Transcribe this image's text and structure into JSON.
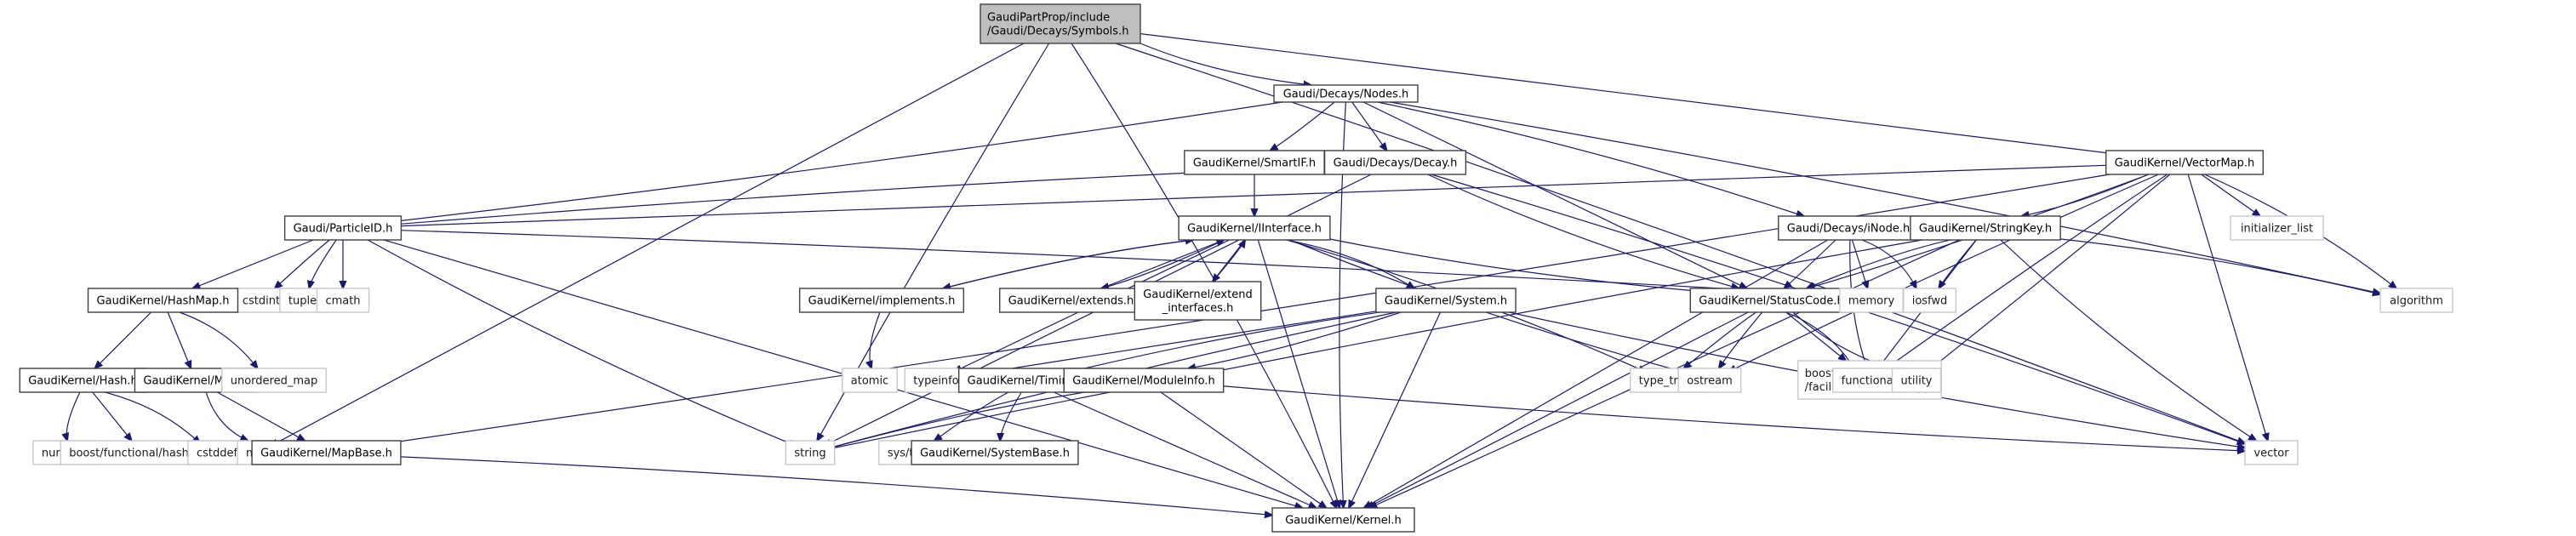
{
  "title": "GaudiPartProp/include/Gaudi/Decays/Symbols.h",
  "colors": {
    "edge": "#191970",
    "root_fill": "#bfbfbf",
    "local_border": "#404040",
    "system_border": "#c8c8c8"
  },
  "nodes": [
    {
      "id": "symbols",
      "lines": [
        "GaudiPartProp/include",
        "/Gaudi/Decays/Symbols.h"
      ],
      "kind": "main"
    },
    {
      "id": "nodes",
      "lines": [
        "Gaudi/Decays/Nodes.h"
      ],
      "kind": "local"
    },
    {
      "id": "smartif",
      "lines": [
        "GaudiKernel/SmartIF.h"
      ],
      "kind": "local"
    },
    {
      "id": "decay",
      "lines": [
        "Gaudi/Decays/Decay.h"
      ],
      "kind": "local"
    },
    {
      "id": "vectormap",
      "lines": [
        "GaudiKernel/VectorMap.h"
      ],
      "kind": "local"
    },
    {
      "id": "particleid",
      "lines": [
        "Gaudi/ParticleID.h"
      ],
      "kind": "local"
    },
    {
      "id": "iinterface",
      "lines": [
        "GaudiKernel/IInterface.h"
      ],
      "kind": "local"
    },
    {
      "id": "inode",
      "lines": [
        "Gaudi/Decays/iNode.h"
      ],
      "kind": "local"
    },
    {
      "id": "stringkey",
      "lines": [
        "GaudiKernel/StringKey.h"
      ],
      "kind": "local"
    },
    {
      "id": "initializer_list",
      "lines": [
        "initializer_list"
      ],
      "kind": "system"
    },
    {
      "id": "cstdint",
      "lines": [
        "cstdint"
      ],
      "kind": "system"
    },
    {
      "id": "tuple",
      "lines": [
        "tuple"
      ],
      "kind": "system"
    },
    {
      "id": "cmath",
      "lines": [
        "cmath"
      ],
      "kind": "system"
    },
    {
      "id": "hashmap",
      "lines": [
        "GaudiKernel/HashMap.h"
      ],
      "kind": "local"
    },
    {
      "id": "implements",
      "lines": [
        "GaudiKernel/implements.h"
      ],
      "kind": "local"
    },
    {
      "id": "extends",
      "lines": [
        "GaudiKernel/extends.h"
      ],
      "kind": "local"
    },
    {
      "id": "extend_interfaces",
      "lines": [
        "GaudiKernel/extend",
        "_interfaces.h"
      ],
      "kind": "local"
    },
    {
      "id": "system",
      "lines": [
        "GaudiKernel/System.h"
      ],
      "kind": "local"
    },
    {
      "id": "statuscode",
      "lines": [
        "GaudiKernel/StatusCode.h"
      ],
      "kind": "local"
    },
    {
      "id": "memory",
      "lines": [
        "memory"
      ],
      "kind": "system"
    },
    {
      "id": "iosfwd",
      "lines": [
        "iosfwd"
      ],
      "kind": "system"
    },
    {
      "id": "algorithm",
      "lines": [
        "algorithm"
      ],
      "kind": "system"
    },
    {
      "id": "hash",
      "lines": [
        "GaudiKernel/Hash.h"
      ],
      "kind": "local"
    },
    {
      "id": "map_h",
      "lines": [
        "GaudiKernel/Map.h"
      ],
      "kind": "local"
    },
    {
      "id": "unordered_map",
      "lines": [
        "unordered_map"
      ],
      "kind": "system"
    },
    {
      "id": "atomic",
      "lines": [
        "atomic"
      ],
      "kind": "system"
    },
    {
      "id": "typeinfo",
      "lines": [
        "typeinfo"
      ],
      "kind": "system"
    },
    {
      "id": "timing",
      "lines": [
        "GaudiKernel/Timing.h"
      ],
      "kind": "local"
    },
    {
      "id": "moduleinfo",
      "lines": [
        "GaudiKernel/ModuleInfo.h"
      ],
      "kind": "local"
    },
    {
      "id": "type_traits",
      "lines": [
        "type_traits"
      ],
      "kind": "system"
    },
    {
      "id": "ostream",
      "lines": [
        "ostream"
      ],
      "kind": "system"
    },
    {
      "id": "overload",
      "lines": [
        "boost/preprocessor",
        "/facilities/overload.hpp"
      ],
      "kind": "system"
    },
    {
      "id": "functional",
      "lines": [
        "functional"
      ],
      "kind": "system"
    },
    {
      "id": "utility",
      "lines": [
        "utility"
      ],
      "kind": "system"
    },
    {
      "id": "numeric",
      "lines": [
        "numeric"
      ],
      "kind": "system"
    },
    {
      "id": "boost_hash",
      "lines": [
        "boost/functional/hash.hpp"
      ],
      "kind": "system"
    },
    {
      "id": "cstddef",
      "lines": [
        "cstddef"
      ],
      "kind": "system"
    },
    {
      "id": "map",
      "lines": [
        "map"
      ],
      "kind": "system"
    },
    {
      "id": "mapbase",
      "lines": [
        "GaudiKernel/MapBase.h"
      ],
      "kind": "local"
    },
    {
      "id": "string",
      "lines": [
        "string"
      ],
      "kind": "system"
    },
    {
      "id": "systime",
      "lines": [
        "sys/time.h"
      ],
      "kind": "system"
    },
    {
      "id": "systembase",
      "lines": [
        "GaudiKernel/SystemBase.h"
      ],
      "kind": "local"
    },
    {
      "id": "vector",
      "lines": [
        "vector"
      ],
      "kind": "system"
    },
    {
      "id": "kernel",
      "lines": [
        "GaudiKernel/Kernel.h"
      ],
      "kind": "local"
    }
  ],
  "edges": [
    [
      "symbols",
      "nodes"
    ],
    [
      "symbols",
      "vectormap"
    ],
    [
      "symbols",
      "kernel"
    ],
    [
      "symbols",
      "string"
    ],
    [
      "symbols",
      "map"
    ],
    [
      "symbols",
      "vector"
    ],
    [
      "nodes",
      "smartif"
    ],
    [
      "nodes",
      "decay"
    ],
    [
      "nodes",
      "inode"
    ],
    [
      "nodes",
      "particleid"
    ],
    [
      "nodes",
      "statuscode"
    ],
    [
      "nodes",
      "algorithm"
    ],
    [
      "nodes",
      "kernel"
    ],
    [
      "smartif",
      "iinterface"
    ],
    [
      "decay",
      "particleid"
    ],
    [
      "decay",
      "statuscode"
    ],
    [
      "decay",
      "string"
    ],
    [
      "decay",
      "vector"
    ],
    [
      "vectormap",
      "stringkey"
    ],
    [
      "vectormap",
      "initializer_list"
    ],
    [
      "vectormap",
      "algorithm"
    ],
    [
      "vectormap",
      "statuscode"
    ],
    [
      "vectormap",
      "particleid"
    ],
    [
      "vectormap",
      "functional"
    ],
    [
      "vectormap",
      "utility"
    ],
    [
      "vectormap",
      "vector"
    ],
    [
      "vectormap",
      "ostream"
    ],
    [
      "vectormap",
      "mapbase"
    ],
    [
      "particleid",
      "hashmap"
    ],
    [
      "particleid",
      "cstdint"
    ],
    [
      "particleid",
      "tuple"
    ],
    [
      "particleid",
      "cmath"
    ],
    [
      "particleid",
      "iosfwd"
    ],
    [
      "particleid",
      "string"
    ],
    [
      "particleid",
      "kernel"
    ],
    [
      "iinterface",
      "implements"
    ],
    [
      "iinterface",
      "extends"
    ],
    [
      "iinterface",
      "extend_interfaces"
    ],
    [
      "iinterface",
      "system"
    ],
    [
      "iinterface",
      "statuscode"
    ],
    [
      "iinterface",
      "typeinfo"
    ],
    [
      "iinterface",
      "type_traits"
    ],
    [
      "iinterface",
      "ostream"
    ],
    [
      "iinterface",
      "kernel"
    ],
    [
      "implements",
      "iinterface"
    ],
    [
      "implements",
      "atomic"
    ],
    [
      "extends",
      "iinterface"
    ],
    [
      "extend_interfaces",
      "iinterface"
    ],
    [
      "inode",
      "statuscode"
    ],
    [
      "inode",
      "memory"
    ],
    [
      "inode",
      "iosfwd"
    ],
    [
      "inode",
      "functional"
    ],
    [
      "inode",
      "kernel"
    ],
    [
      "stringkey",
      "statuscode"
    ],
    [
      "stringkey",
      "iosfwd"
    ],
    [
      "stringkey",
      "functional"
    ],
    [
      "stringkey",
      "algorithm"
    ],
    [
      "stringkey",
      "vector"
    ],
    [
      "stringkey",
      "kernel"
    ],
    [
      "stringkey",
      "string"
    ],
    [
      "hashmap",
      "hash"
    ],
    [
      "hashmap",
      "map_h"
    ],
    [
      "hashmap",
      "unordered_map"
    ],
    [
      "hash",
      "numeric"
    ],
    [
      "hash",
      "boost_hash"
    ],
    [
      "hash",
      "cstddef"
    ],
    [
      "map_h",
      "map"
    ],
    [
      "map_h",
      "mapbase"
    ],
    [
      "system",
      "timing"
    ],
    [
      "system",
      "moduleinfo"
    ],
    [
      "system",
      "typeinfo"
    ],
    [
      "system",
      "string"
    ],
    [
      "system",
      "vector"
    ],
    [
      "system",
      "kernel"
    ],
    [
      "timing",
      "systime"
    ],
    [
      "timing",
      "systembase"
    ],
    [
      "timing",
      "kernel"
    ],
    [
      "moduleinfo",
      "string"
    ],
    [
      "moduleinfo",
      "vector"
    ],
    [
      "moduleinfo",
      "kernel"
    ],
    [
      "statuscode",
      "type_traits"
    ],
    [
      "statuscode",
      "ostream"
    ],
    [
      "statuscode",
      "overload"
    ],
    [
      "statuscode",
      "functional"
    ],
    [
      "statuscode",
      "utility"
    ],
    [
      "statuscode",
      "kernel"
    ],
    [
      "mapbase",
      "kernel"
    ]
  ]
}
